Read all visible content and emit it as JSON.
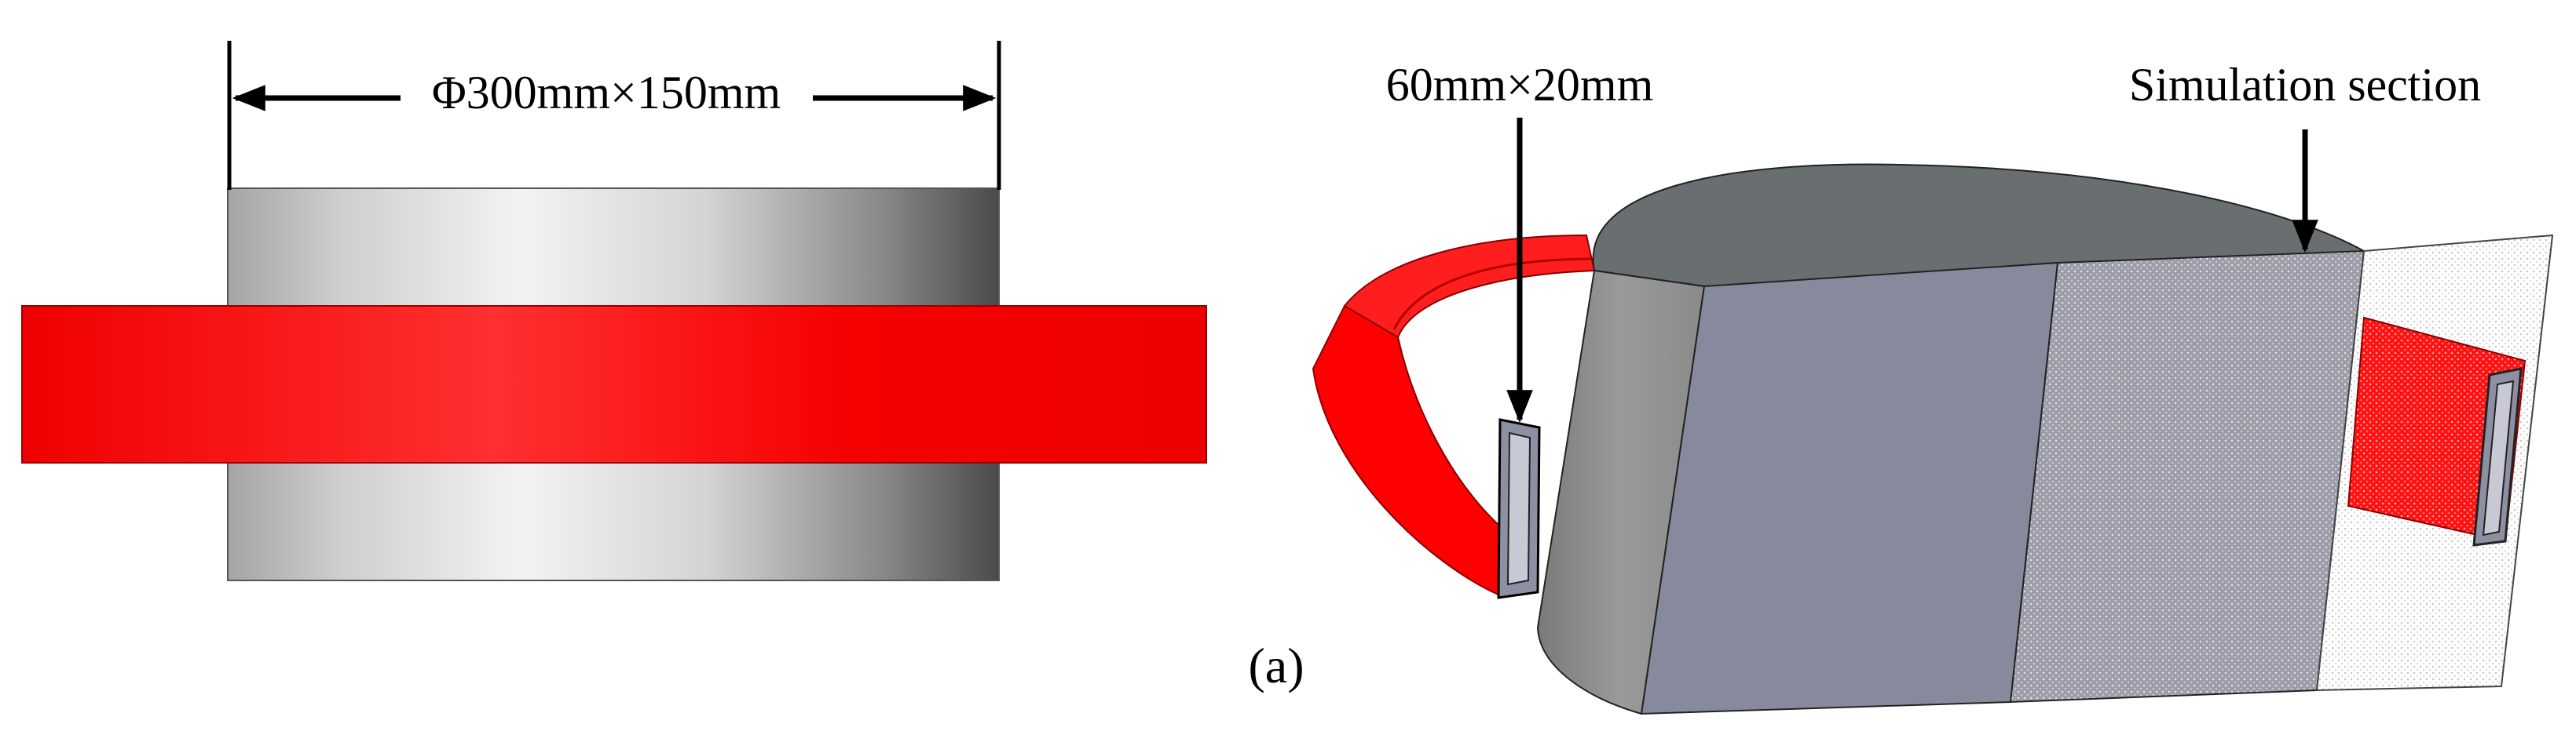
{
  "figure": {
    "left_dimension_label": "Φ300mm×150mm",
    "cross_section_label": "60mm×20mm",
    "section_label": "Simulation section",
    "subfigure_label": "(a)"
  },
  "colors": {
    "conductor": "#ff0000",
    "core_light": "#f2f2f2",
    "core_dark": "#4e4e4e",
    "top_face": "#6a6f72",
    "side_face": "#858a9b",
    "outer_face": "#8e8e8e",
    "mesh": "#bcbcc4"
  }
}
